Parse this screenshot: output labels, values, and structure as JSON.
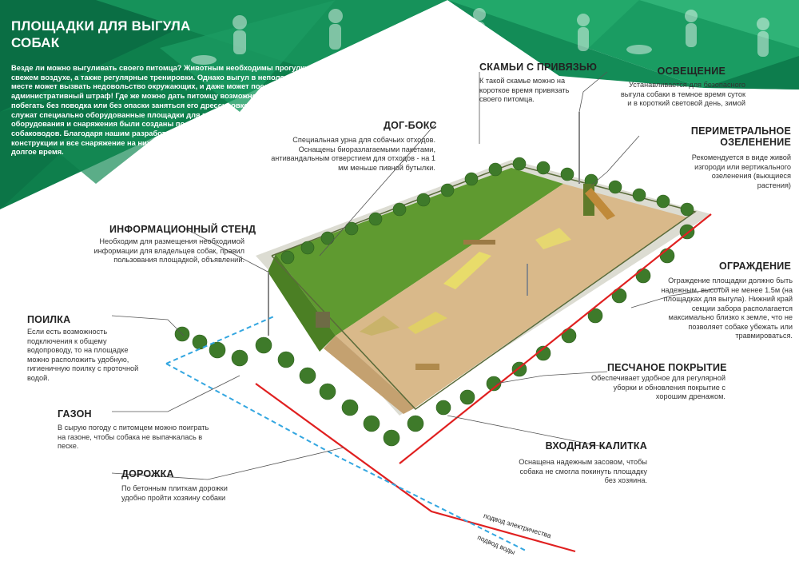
{
  "title": "ПЛОЩАДКИ ДЛЯ ВЫГУЛА СОБАК",
  "intro": "Везде ли можно выгуливать своего питомца? Животным необходимы прогулки на свежем воздухе, а также регулярные тренировки. Однако выгул в неположенном месте может вызвать недовольство окружающих, и даже может последовать административный штраф! Где же можно дать питомцу возможность свободно побегать без поводка или без опаски заняться его дрессировкой? Для этих целей служат специально оборудованные площадки для выгула собак. Все элементы, оборудования и снаряжения были созданы по рекомендациям профессиональных собаководов. Благодаря нашим разработкам и советам профессионалов наши конструкции и все снаряжение на них будут служить вам и вашим питомцам долгое время.",
  "callouts": {
    "benches": {
      "label": "СКАМЬИ С ПРИВЯЗЬЮ",
      "text": "К такой скамье можно на короткое время привязать своего питомца."
    },
    "lighting": {
      "label": "ОСВЕЩЕНИЕ",
      "text": "Устанавливается для безопасного выгула собаки в темное время суток и в короткий световой день, зимой"
    },
    "greening": {
      "label": "ПЕРИМЕТРАЛЬНОЕ ОЗЕЛЕНЕНИЕ",
      "text": "Рекомендуется в виде живой изгороди или вертикального озеленения (вьющиеся растения)"
    },
    "dogbox": {
      "label": "ДОГ-БОКС",
      "text": "Специальная урна для собачьих отходов. Оснащены биоразлагаемыми пакетами, антивандальным отверстием для отходов - на 1 мм меньше пивной бутылки."
    },
    "infostand": {
      "label": "ИНФОРМАЦИОННЫЙ СТЕНД",
      "text": "Необходим для размещения необходимой информации для владельцев собак, правил пользования площадкой, объявлений."
    },
    "fence": {
      "label": "ОГРАЖДЕНИЕ",
      "text": "Ограждение площадки должно быть надежным, высотой не менее 1.5м (на площадках для выгула). Нижний край секции забора располагается максимально близко к земле, что не позволяет собаке убежать или травмироваться."
    },
    "drinker": {
      "label": "ПОИЛКА",
      "text": "Если есть возможность подключения к общему водопроводу, то на площадке можно расположить удобную, гигиеничную поилку с проточной водой."
    },
    "sand": {
      "label": "ПЕСЧАНОЕ ПОКРЫТИЕ",
      "text": "Обеспечивает удобное для регулярной уборки и обновления покрытие с хорошим дренажом."
    },
    "lawn": {
      "label": "ГАЗОН",
      "text": "В сырую погоду с питомцем можно поиграть на газоне, чтобы собака не выпачкалась в песке."
    },
    "gate": {
      "label": "ВХОДНАЯ КАЛИТКА",
      "text": "Оснащена надежным засовом, чтобы собака не смогла покинуть площадку без хозяина."
    },
    "path": {
      "label": "ДОРОЖКА",
      "text": "По бетонным плиткам дорожки удобно пройти хозяину собаки"
    }
  },
  "utilities": {
    "electric": "подвод электричества",
    "water": "подвод воды"
  },
  "colors": {
    "green_dark": "#0b7a4a",
    "green_mid": "#1f9a5c",
    "lawn": "#5f9a30",
    "sand": "#d9b98a",
    "electric_line": "#e02020",
    "water_line": "#33a6e0"
  }
}
